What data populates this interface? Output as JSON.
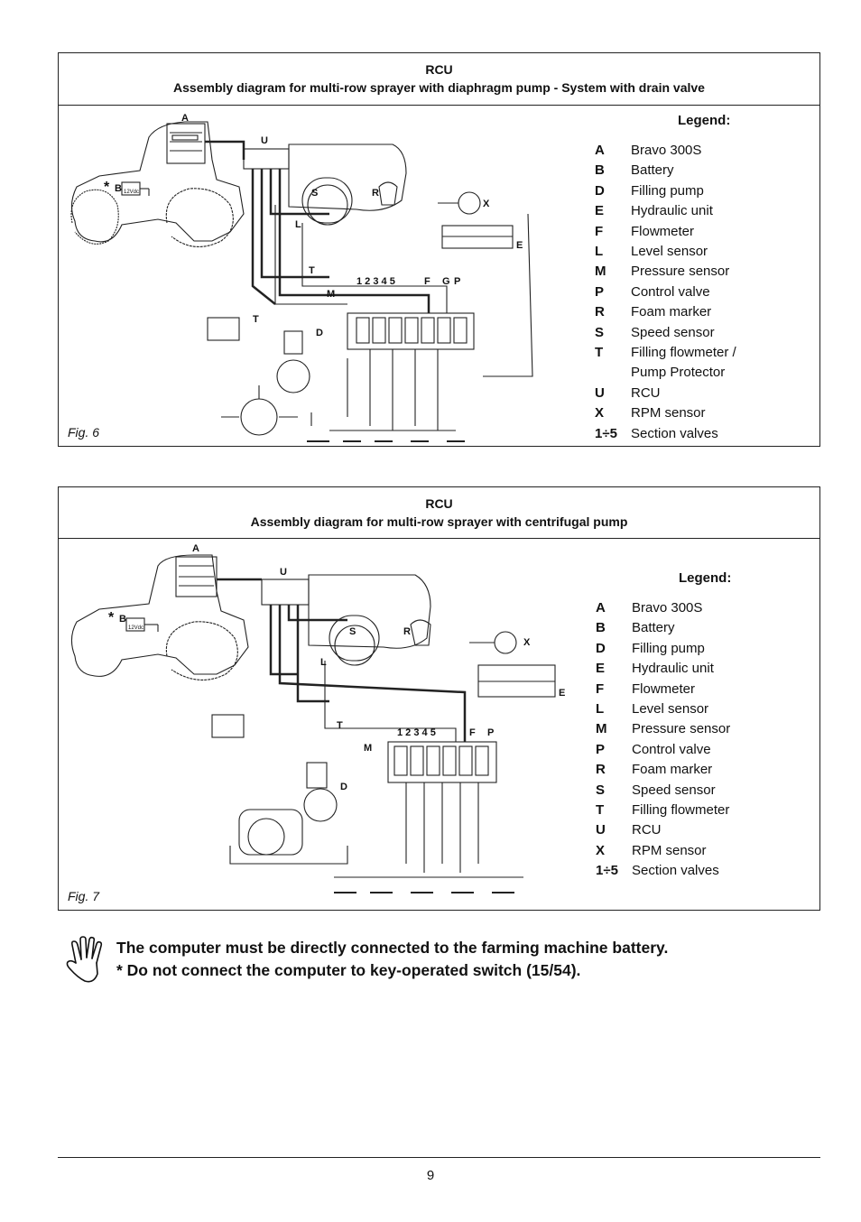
{
  "figures": [
    {
      "header_line1": "RCU",
      "header_line2": "Assembly diagram for multi-row sprayer with diaphragm pump - System with drain valve",
      "fig_label": "Fig. 6",
      "legend_title": "Legend:",
      "legend": [
        {
          "key": "A",
          "desc": "Bravo 300S"
        },
        {
          "key": "B",
          "desc": "Battery"
        },
        {
          "key": "D",
          "desc": "Filling pump"
        },
        {
          "key": "E",
          "desc": "Hydraulic unit"
        },
        {
          "key": "F",
          "desc": "Flowmeter"
        },
        {
          "key": "L",
          "desc": "Level sensor"
        },
        {
          "key": "M",
          "desc": "Pressure sensor"
        },
        {
          "key": "P",
          "desc": "Control valve"
        },
        {
          "key": "R",
          "desc": "Foam marker"
        },
        {
          "key": "S",
          "desc": "Speed sensor"
        },
        {
          "key": "T",
          "desc": "Filling flowmeter /\nPump Protector"
        },
        {
          "key": "U",
          "desc": "RCU"
        },
        {
          "key": "X",
          "desc": "RPM sensor"
        },
        {
          "key": "1÷5",
          "desc": "Section valves"
        }
      ],
      "diagram_labels": {
        "a": "A",
        "b": "B",
        "u": "U",
        "s": "S",
        "r": "R",
        "x": "X",
        "e": "E",
        "l": "L",
        "t1": "T",
        "t2": "T",
        "m": "M",
        "d": "D",
        "f": "F",
        "g": "G",
        "p": "P",
        "sections": "1 2 3 4 5",
        "star": "*",
        "battery": "12Vdc"
      }
    },
    {
      "header_line1": "RCU",
      "header_line2": "Assembly diagram for multi-row sprayer with centrifugal pump",
      "fig_label": "Fig. 7",
      "legend_title": "Legend:",
      "legend": [
        {
          "key": "A",
          "desc": "Bravo 300S"
        },
        {
          "key": "B",
          "desc": "Battery"
        },
        {
          "key": "D",
          "desc": "Filling pump"
        },
        {
          "key": "E",
          "desc": "Hydraulic unit"
        },
        {
          "key": "F",
          "desc": "Flowmeter"
        },
        {
          "key": "L",
          "desc": "Level sensor"
        },
        {
          "key": "M",
          "desc": "Pressure sensor"
        },
        {
          "key": "P",
          "desc": "Control valve"
        },
        {
          "key": "R",
          "desc": "Foam marker"
        },
        {
          "key": "S",
          "desc": "Speed sensor"
        },
        {
          "key": "T",
          "desc": "Filling flowmeter"
        },
        {
          "key": "U",
          "desc": "RCU"
        },
        {
          "key": "X",
          "desc": "RPM sensor"
        },
        {
          "key": "1÷5",
          "desc": "Section valves"
        }
      ],
      "diagram_labels": {
        "a": "A",
        "b": "B",
        "u": "U",
        "s": "S",
        "r": "R",
        "x": "X",
        "e": "E",
        "l": "L",
        "t1": "T",
        "m": "M",
        "d": "D",
        "f": "F",
        "p": "P",
        "sections": "1 2 3 4 5",
        "star": "*",
        "battery": "12Vdc"
      }
    }
  ],
  "warning": {
    "icon": "hand-stop-icon",
    "line1": "The computer must be directly connected to the farming machine battery.",
    "line2": "* Do not connect the computer to key-operated switch (15/54)."
  },
  "page_number": "9"
}
